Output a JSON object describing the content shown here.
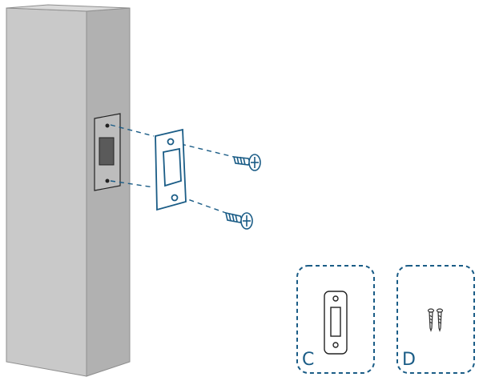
{
  "diagram": {
    "colors": {
      "outline": "#1a5c86",
      "frame_front": "#c9c9c9",
      "frame_side": "#b1b1b1",
      "frame_edge": "#8f8f8f"
    },
    "parts": [
      {
        "id": "C",
        "label": "C",
        "icon": "strike-plate-icon"
      },
      {
        "id": "D",
        "label": "D",
        "icon": "screws-icon"
      }
    ]
  }
}
